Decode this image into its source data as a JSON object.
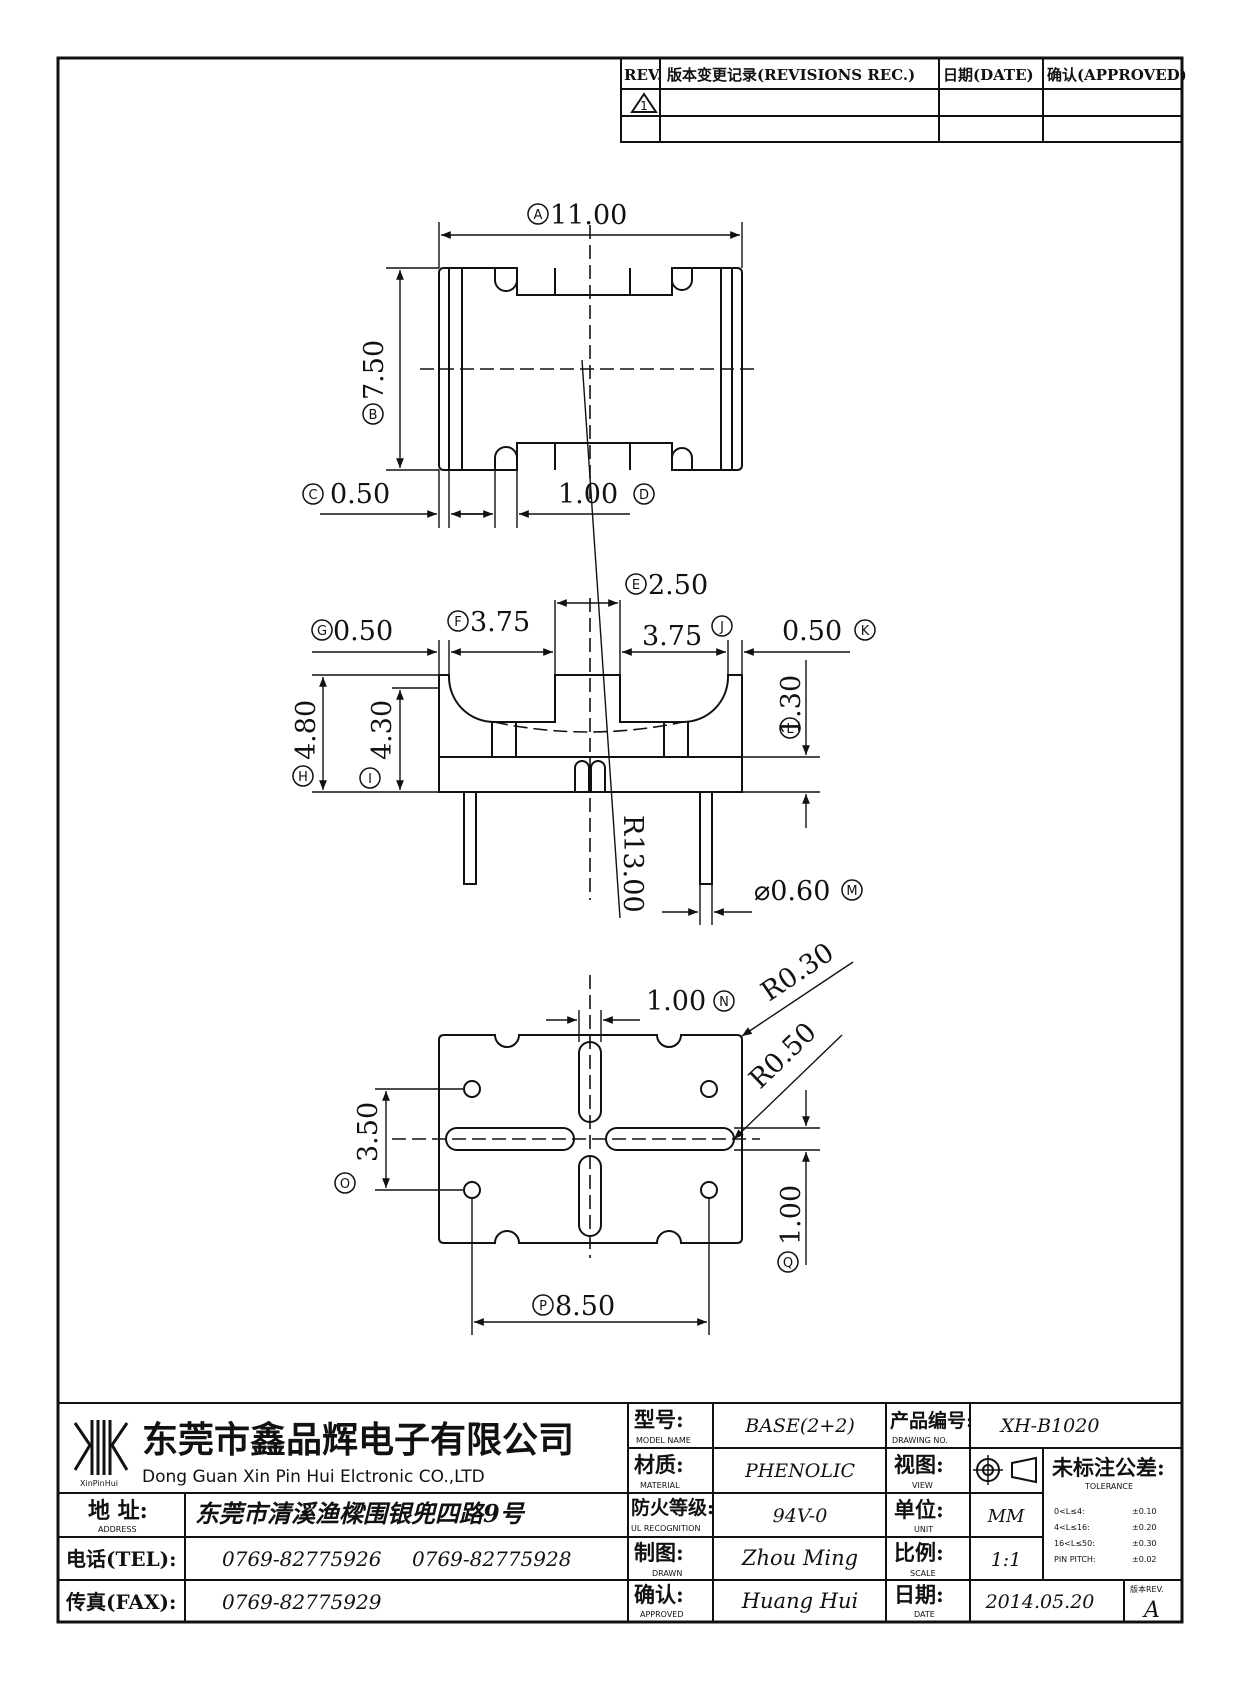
{
  "revisions": {
    "headers": {
      "rev": "REV.",
      "record": "版本变更记录(REVISIONS REC.)",
      "date": "日期(DATE)",
      "approved": "确认(APPROVED)"
    },
    "rows": [
      {
        "rev": "1",
        "record": "",
        "date": "",
        "approved": ""
      }
    ]
  },
  "dimensions": {
    "A": {
      "marker": "A",
      "value": "11.00"
    },
    "B": {
      "marker": "B",
      "value": "7.50"
    },
    "C": {
      "marker": "C",
      "value": "0.50"
    },
    "D": {
      "marker": "D",
      "value": "1.00"
    },
    "E": {
      "marker": "E",
      "value": "2.50"
    },
    "F": {
      "marker": "F",
      "value": "3.75"
    },
    "G": {
      "marker": "G",
      "value": "0.50"
    },
    "H": {
      "marker": "H",
      "value": "4.80"
    },
    "I": {
      "marker": "I",
      "value": "4.30"
    },
    "J": {
      "marker": "J",
      "value": "3.75"
    },
    "K": {
      "marker": "K",
      "value": "0.50"
    },
    "L": {
      "marker": "L",
      "value": "1.30"
    },
    "M": {
      "marker": "M",
      "value": "⌀0.60"
    },
    "N": {
      "marker": "N",
      "value": "1.00"
    },
    "O": {
      "marker": "O",
      "value": "3.50"
    },
    "P": {
      "marker": "P",
      "value": "8.50"
    },
    "Q": {
      "marker": "Q",
      "value": "1.00"
    },
    "R13": "R13.00",
    "R030": "R0.30",
    "R050": "R0.50"
  },
  "title_block": {
    "company_cn": "东莞市鑫品辉电子有限公司",
    "company_en": "Dong Guan Xin Pin Hui Elctronic CO.,LTD",
    "logo_text": "XinPinHui",
    "address_label": "地 址:",
    "address_label_en": "ADDRESS",
    "address": "东莞市清溪渔樑围银兜四路9号",
    "tel_label": "电话(TEL):",
    "tel1": "0769-82775926",
    "tel2": "0769-82775928",
    "fax_label": "传真(FAX):",
    "fax": "0769-82775929",
    "model_label": "型号:",
    "model_label_en": "MODEL NAME",
    "model": "BASE(2+2)",
    "material_label": "材质:",
    "material_label_en": "MATERIAL",
    "material": "PHENOLIC",
    "ul_label": "防火等级:",
    "ul_label_en": "UL RECOGNITION",
    "ul": "94V-0",
    "drawn_label": "制图:",
    "drawn_label_en": "DRAWN",
    "drawn": "Zhou Ming",
    "approved_label": "确认:",
    "approved_label_en": "APPROVED",
    "approved": "Huang Hui",
    "drawing_no_label": "产品编号:",
    "drawing_no_label_en": "DRAWING NO.",
    "drawing_no": "XH-B1020",
    "view_label": "视图:",
    "view_label_en": "VIEW",
    "unit_label": "单位:",
    "unit_label_en": "UNIT",
    "unit": "MM",
    "scale_label": "比例:",
    "scale_label_en": "SCALE",
    "scale": "1:1",
    "date_label": "日期:",
    "date_label_en": "DATE",
    "date": "2014.05.20",
    "tolerance_label": "未标注公差:",
    "tolerance_label_en": "TOLERANCE",
    "tolerances": [
      {
        "range": "0<L≤4:",
        "value": "±0.10"
      },
      {
        "range": "4<L≤16:",
        "value": "±0.20"
      },
      {
        "range": "16<L≤50:",
        "value": "±0.30"
      },
      {
        "range": "PIN PITCH:",
        "value": "±0.02"
      }
    ],
    "version_label": "版本REV.",
    "version": "A"
  }
}
